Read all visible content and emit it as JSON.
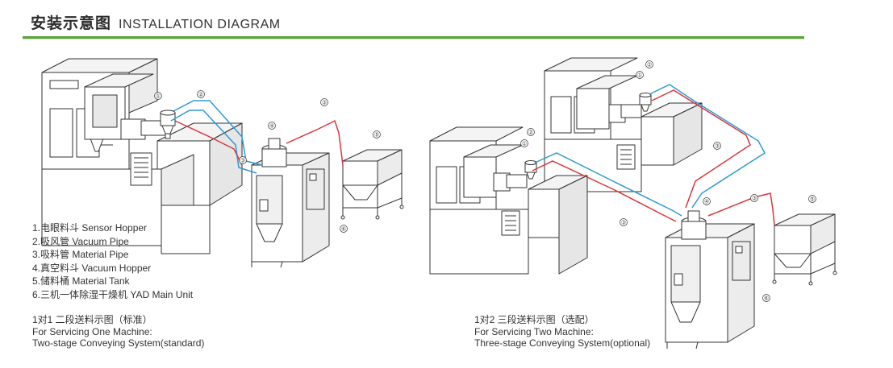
{
  "header": {
    "title_cn": "安装示意图",
    "title_en": "INSTALLATION DIAGRAM"
  },
  "colors": {
    "accent": "#5aa632",
    "vacuum_pipe": "#2f9bd0",
    "material_pipe": "#d9363e",
    "line": "#333333"
  },
  "legend": {
    "items": [
      "1.电眼料斗 Sensor Hopper",
      "2.吸风管 Vacuum Pipe",
      "3.吸料管 Material Pipe",
      "4.真空料斗 Vacuum Hopper",
      "5.储料桶 Material Tank",
      "6.三机一体除湿干燥机 YAD Main Unit"
    ]
  },
  "captions": {
    "left": [
      "1对1 二段送料示图（标准）",
      "For Servicing One Machine:",
      "Two-stage Conveying System(standard)"
    ],
    "right": [
      "1对2 三段送料示图（选配）",
      "For Servicing Two Machine:",
      "Three-stage Conveying System(optional)"
    ]
  },
  "callouts": [
    "①",
    "②",
    "③",
    "④",
    "⑤",
    "⑥"
  ]
}
